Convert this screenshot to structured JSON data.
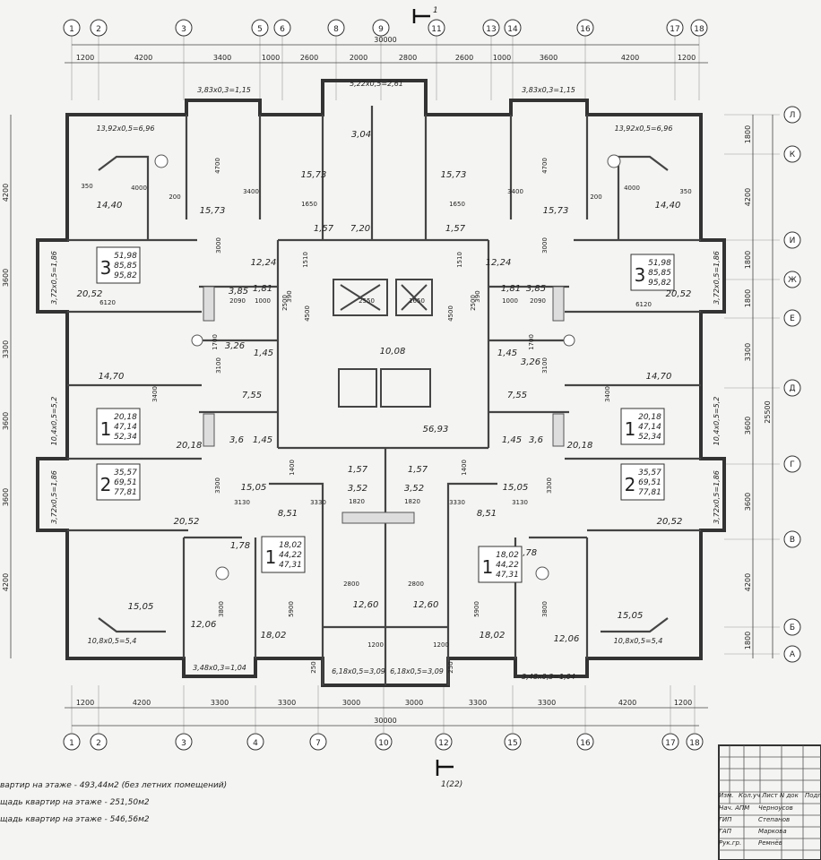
{
  "top_axes": [
    "1",
    "2",
    "3",
    "5",
    "6",
    "8",
    "9",
    "11",
    "13",
    "14",
    "16",
    "17",
    "18"
  ],
  "bottom_axes": [
    "1",
    "2",
    "3",
    "4",
    "7",
    "10",
    "12",
    "15",
    "16",
    "17",
    "18"
  ],
  "right_axes": [
    "Л",
    "К",
    "И",
    "Ж",
    "Е",
    "Д",
    "Г",
    "В",
    "Б",
    "А"
  ],
  "top_dims": [
    "1200",
    "4200",
    "3400",
    "1000",
    "2600",
    "2000",
    "2800",
    "2600",
    "1000",
    "3600",
    "4200",
    "1200"
  ],
  "bottom_dims": [
    "1200",
    "4200",
    "3300",
    "3300",
    "3000",
    "3000",
    "3300",
    "3300",
    "4200",
    "1200"
  ],
  "total_dim": "30000",
  "left_dims": [
    "4200",
    "3600",
    "3300",
    "3600",
    "3600",
    "4200"
  ],
  "right_dims": [
    "1800",
    "4200",
    "1800",
    "1800",
    "3300",
    "3600",
    "3600",
    "4200",
    "1800"
  ],
  "right_total": "25500",
  "section_marks": {
    "top": "1",
    "bottom": "1(22)"
  },
  "balconies": [
    "3,83x0,3=1,15",
    "5,22x0,5=2,61",
    "3,83x0,3=1,15",
    "13,92x0,5=6,96",
    "13,92x0,5=6,96",
    "3,72x0,5=1,86",
    "3,72x0,5=1,86",
    "10,4x0,5=5,2",
    "10,4x0,5=5,2",
    "3,72x0,5=1,86",
    "3,72x0,5=1,86",
    "10,8x0,5=5,4",
    "10,8x0,5=5,4",
    "3,48x0,3=1,04",
    "6,18x0,5=3,09",
    "6,18x0,5=3,09",
    "3,48x0,3=1,04"
  ],
  "room_areas": [
    "15,73",
    "15,73",
    "15,73",
    "15,73",
    "3,04",
    "14,40",
    "14,40",
    "1,57",
    "7,20",
    "1,57",
    "12,24",
    "12,24",
    "3,85",
    "1,81",
    "1,81",
    "3,85",
    "20,52",
    "20,52",
    "10,08",
    "3,26",
    "3,26",
    "1,45",
    "1,45",
    "14,70",
    "14,70",
    "7,55",
    "7,55",
    "3,6",
    "1,45",
    "1,45",
    "3,6",
    "56,93",
    "20,18",
    "20,18",
    "1,57",
    "1,57",
    "3,52",
    "3,52",
    "15,05",
    "15,05",
    "8,51",
    "8,51",
    "20,52",
    "20,52",
    "1,78",
    "1,78",
    "12,60",
    "12,60",
    "15,05",
    "15,05",
    "12,06",
    "12,06",
    "18,02",
    "18,02"
  ],
  "room_dims": [
    "4700",
    "4700",
    "3400",
    "3400",
    "1650",
    "1650",
    "4000",
    "4000",
    "350",
    "350",
    "200",
    "200",
    "3000",
    "3000",
    "1510",
    "1510",
    "2550",
    "1650",
    "4500",
    "4500",
    "2500",
    "2500",
    "6120",
    "6120",
    "3100",
    "3100",
    "1700",
    "1700",
    "390",
    "390",
    "2090",
    "2090",
    "1000",
    "1000",
    "3400",
    "3400",
    "3300",
    "3300",
    "3130",
    "3130",
    "3330",
    "3330",
    "1400",
    "1400",
    "1820",
    "1820",
    "2800",
    "2800",
    "5900",
    "5900",
    "3800",
    "3800",
    "1200",
    "1200",
    "250",
    "250"
  ],
  "apartments": [
    {
      "rooms": "3",
      "areas": [
        "51,98",
        "85,85",
        "95,82"
      ]
    },
    {
      "rooms": "3",
      "areas": [
        "51,98",
        "85,85",
        "95,82"
      ]
    },
    {
      "rooms": "1",
      "areas": [
        "20,18",
        "47,14",
        "52,34"
      ]
    },
    {
      "rooms": "1",
      "areas": [
        "20,18",
        "47,14",
        "52,34"
      ]
    },
    {
      "rooms": "2",
      "areas": [
        "35,57",
        "69,51",
        "77,81"
      ]
    },
    {
      "rooms": "2",
      "areas": [
        "35,57",
        "69,51",
        "77,81"
      ]
    },
    {
      "rooms": "1",
      "areas": [
        "18,02",
        "44,22",
        "47,31"
      ]
    },
    {
      "rooms": "1",
      "areas": [
        "18,02",
        "44,22",
        "47,31"
      ]
    }
  ],
  "notes": [
    "вартир на этаже - 493,44м2 (без летних помещений)",
    "щадь квартир на этаже - 251,50м2",
    "щадь квартир на этаже - 546,56м2"
  ],
  "title_block": {
    "header": [
      "Изм.",
      "Кол.уч",
      "Лист",
      "N док",
      "Подп."
    ],
    "rows": [
      [
        "Нач. АПМ",
        "Черноусов"
      ],
      [
        "ГИП",
        "Степанов"
      ],
      [
        "ГАП",
        "Маркова"
      ],
      [
        "Рук.гр.",
        "Ремнёв"
      ]
    ]
  }
}
